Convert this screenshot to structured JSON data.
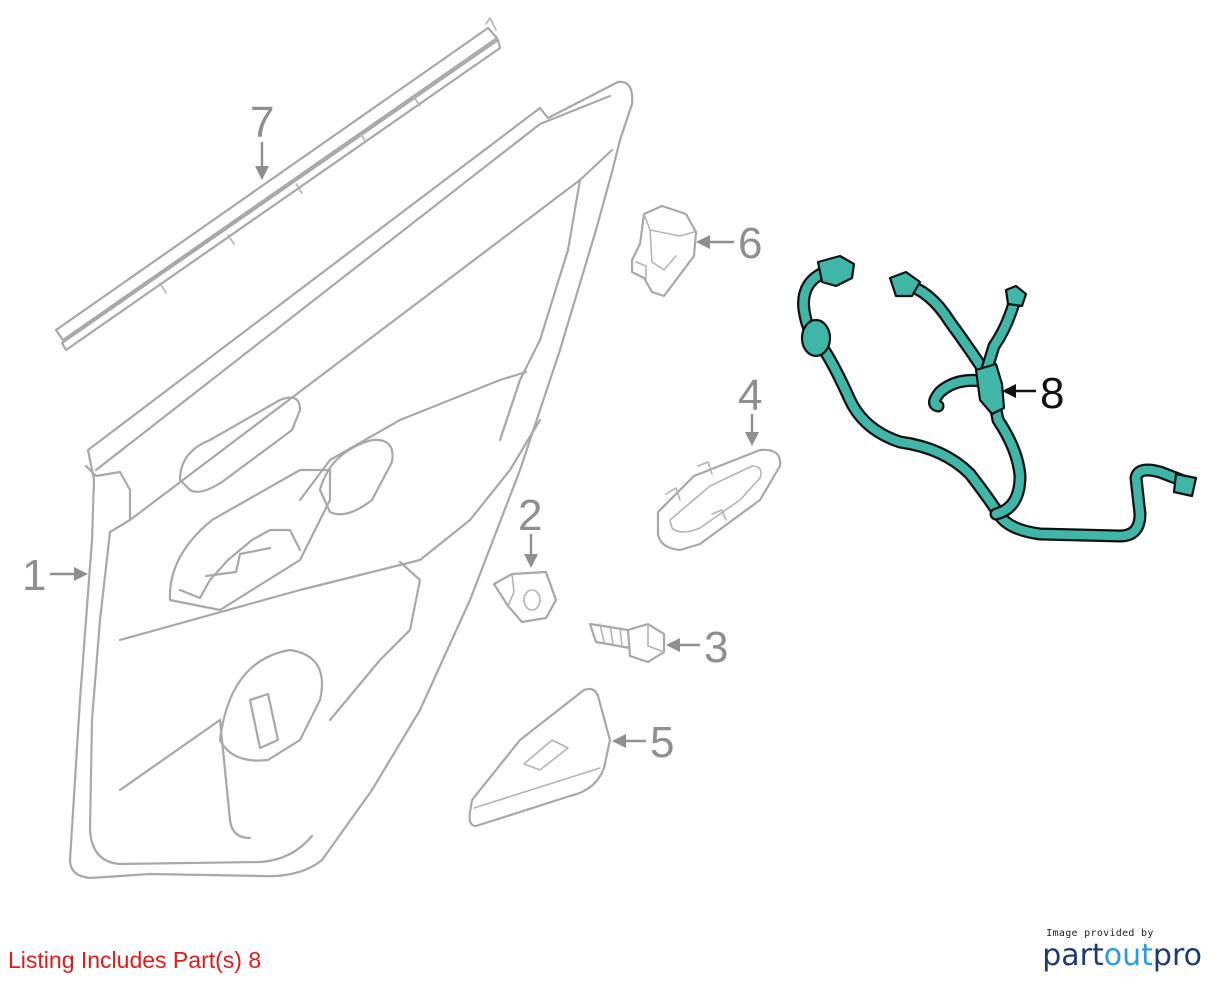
{
  "diagram": {
    "callouts": [
      {
        "id": "1",
        "label": "1",
        "highlighted": false
      },
      {
        "id": "2",
        "label": "2",
        "highlighted": false
      },
      {
        "id": "3",
        "label": "3",
        "highlighted": false
      },
      {
        "id": "4",
        "label": "4",
        "highlighted": false
      },
      {
        "id": "5",
        "label": "5",
        "highlighted": false
      },
      {
        "id": "6",
        "label": "6",
        "highlighted": false
      },
      {
        "id": "7",
        "label": "7",
        "highlighted": false
      },
      {
        "id": "8",
        "label": "8",
        "highlighted": true
      }
    ],
    "highlight_color": "#3fb6a8",
    "line_color": "#a8a8a8"
  },
  "listing_note": "Listing Includes Part(s) 8",
  "listing_note_color": "#e11b1b",
  "credit": {
    "small_text": "Image provided by",
    "brand_part1": "part",
    "brand_part2": "out",
    "brand_part3": "pro"
  }
}
